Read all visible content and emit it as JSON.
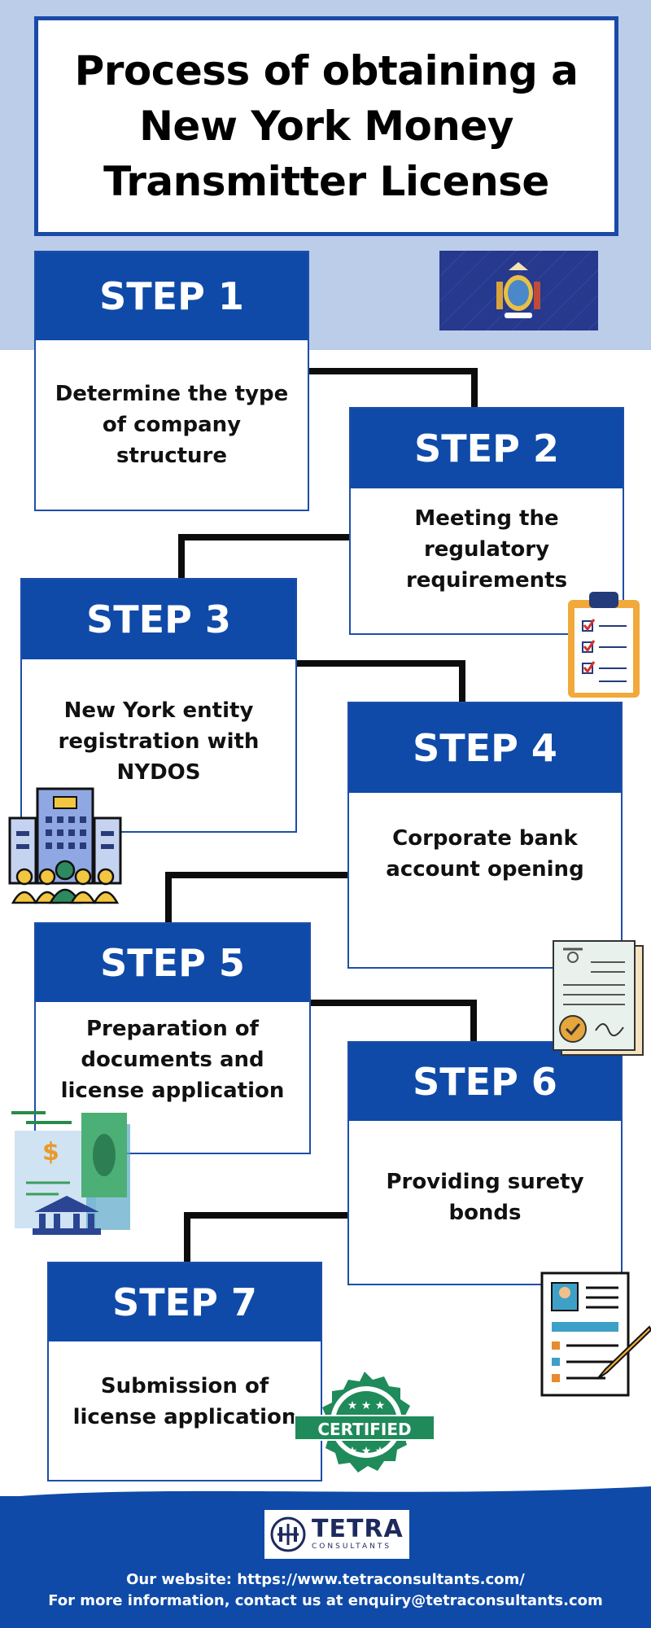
{
  "title": "Process of obtaining a New York Money Transmitter License",
  "steps": [
    {
      "label": "STEP 1",
      "text": "Determine the type of company structure"
    },
    {
      "label": "STEP 2",
      "text": "Meeting the regulatory requirements"
    },
    {
      "label": "STEP 3",
      "text": "New York entity registration with NYDOS"
    },
    {
      "label": "STEP 4",
      "text": "Corporate bank account opening"
    },
    {
      "label": "STEP 5",
      "text": "Preparation of documents and license application"
    },
    {
      "label": "STEP 6",
      "text": "Providing surety bonds"
    },
    {
      "label": "STEP 7",
      "text": "Submission of license application"
    }
  ],
  "icons": {
    "flag": "new-york-state-flag",
    "clipboard": "checklist-clipboard-icon",
    "building": "office-building-people-icon",
    "certificate": "certificate-document-icon",
    "money": "money-bank-icon",
    "contract": "contract-pen-icon",
    "seal": "certified-seal"
  },
  "seal_text": "CERTIFIED",
  "logo": {
    "main": "TETRA",
    "sub": "CONSULTANTS"
  },
  "footer": {
    "website": "Our website: https://www.tetraconsultants.com/",
    "contact": "For more information, contact us at enquiry@tetraconsultants.com"
  },
  "colors": {
    "brand_blue": "#0f4aa8",
    "light_blue_bg": "#bccde9",
    "connector": "#0c0c0c"
  }
}
